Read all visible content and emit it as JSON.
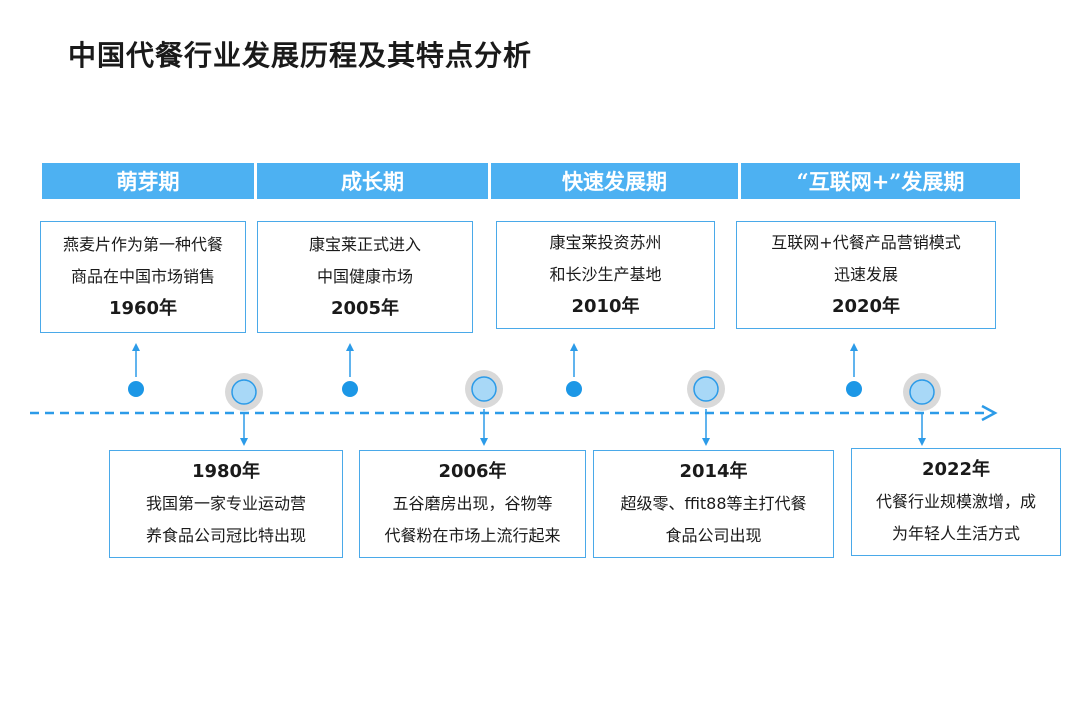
{
  "title": "中国代餐行业发展历程及其特点分析",
  "phases": [
    "萌芽期",
    "成长期",
    "快速发展期",
    "“互联网+”发展期"
  ],
  "events_top": [
    {
      "lines": [
        "燕麦片作为第一种代餐",
        "商品在中国市场销售"
      ],
      "year": "1960年"
    },
    {
      "lines": [
        "康宝莱正式进入",
        "中国健康市场"
      ],
      "year": "2005年"
    },
    {
      "lines": [
        "康宝莱投资苏州",
        "和长沙生产基地"
      ],
      "year": "2010年"
    },
    {
      "lines": [
        "互联网+代餐产品营销模式",
        "迅速发展"
      ],
      "year": "2020年"
    }
  ],
  "events_bottom": [
    {
      "year": "1980年",
      "lines": [
        "我国第一家专业运动营",
        "养食品公司冠比特出现"
      ]
    },
    {
      "year": "2006年",
      "lines": [
        "五谷磨房出现，谷物等",
        "代餐粉在市场上流行起来"
      ]
    },
    {
      "year": "2014年",
      "lines": [
        "超级零、ffit88等主打代餐",
        "食品公司出现"
      ]
    },
    {
      "year": "2022年",
      "lines": [
        "代餐行业规模激增，成",
        "为年轻人生活方式"
      ]
    }
  ],
  "colors": {
    "phase_bg": "#4db1f2",
    "accent": "#1c97e6",
    "box_border": "#4aa9e9"
  }
}
